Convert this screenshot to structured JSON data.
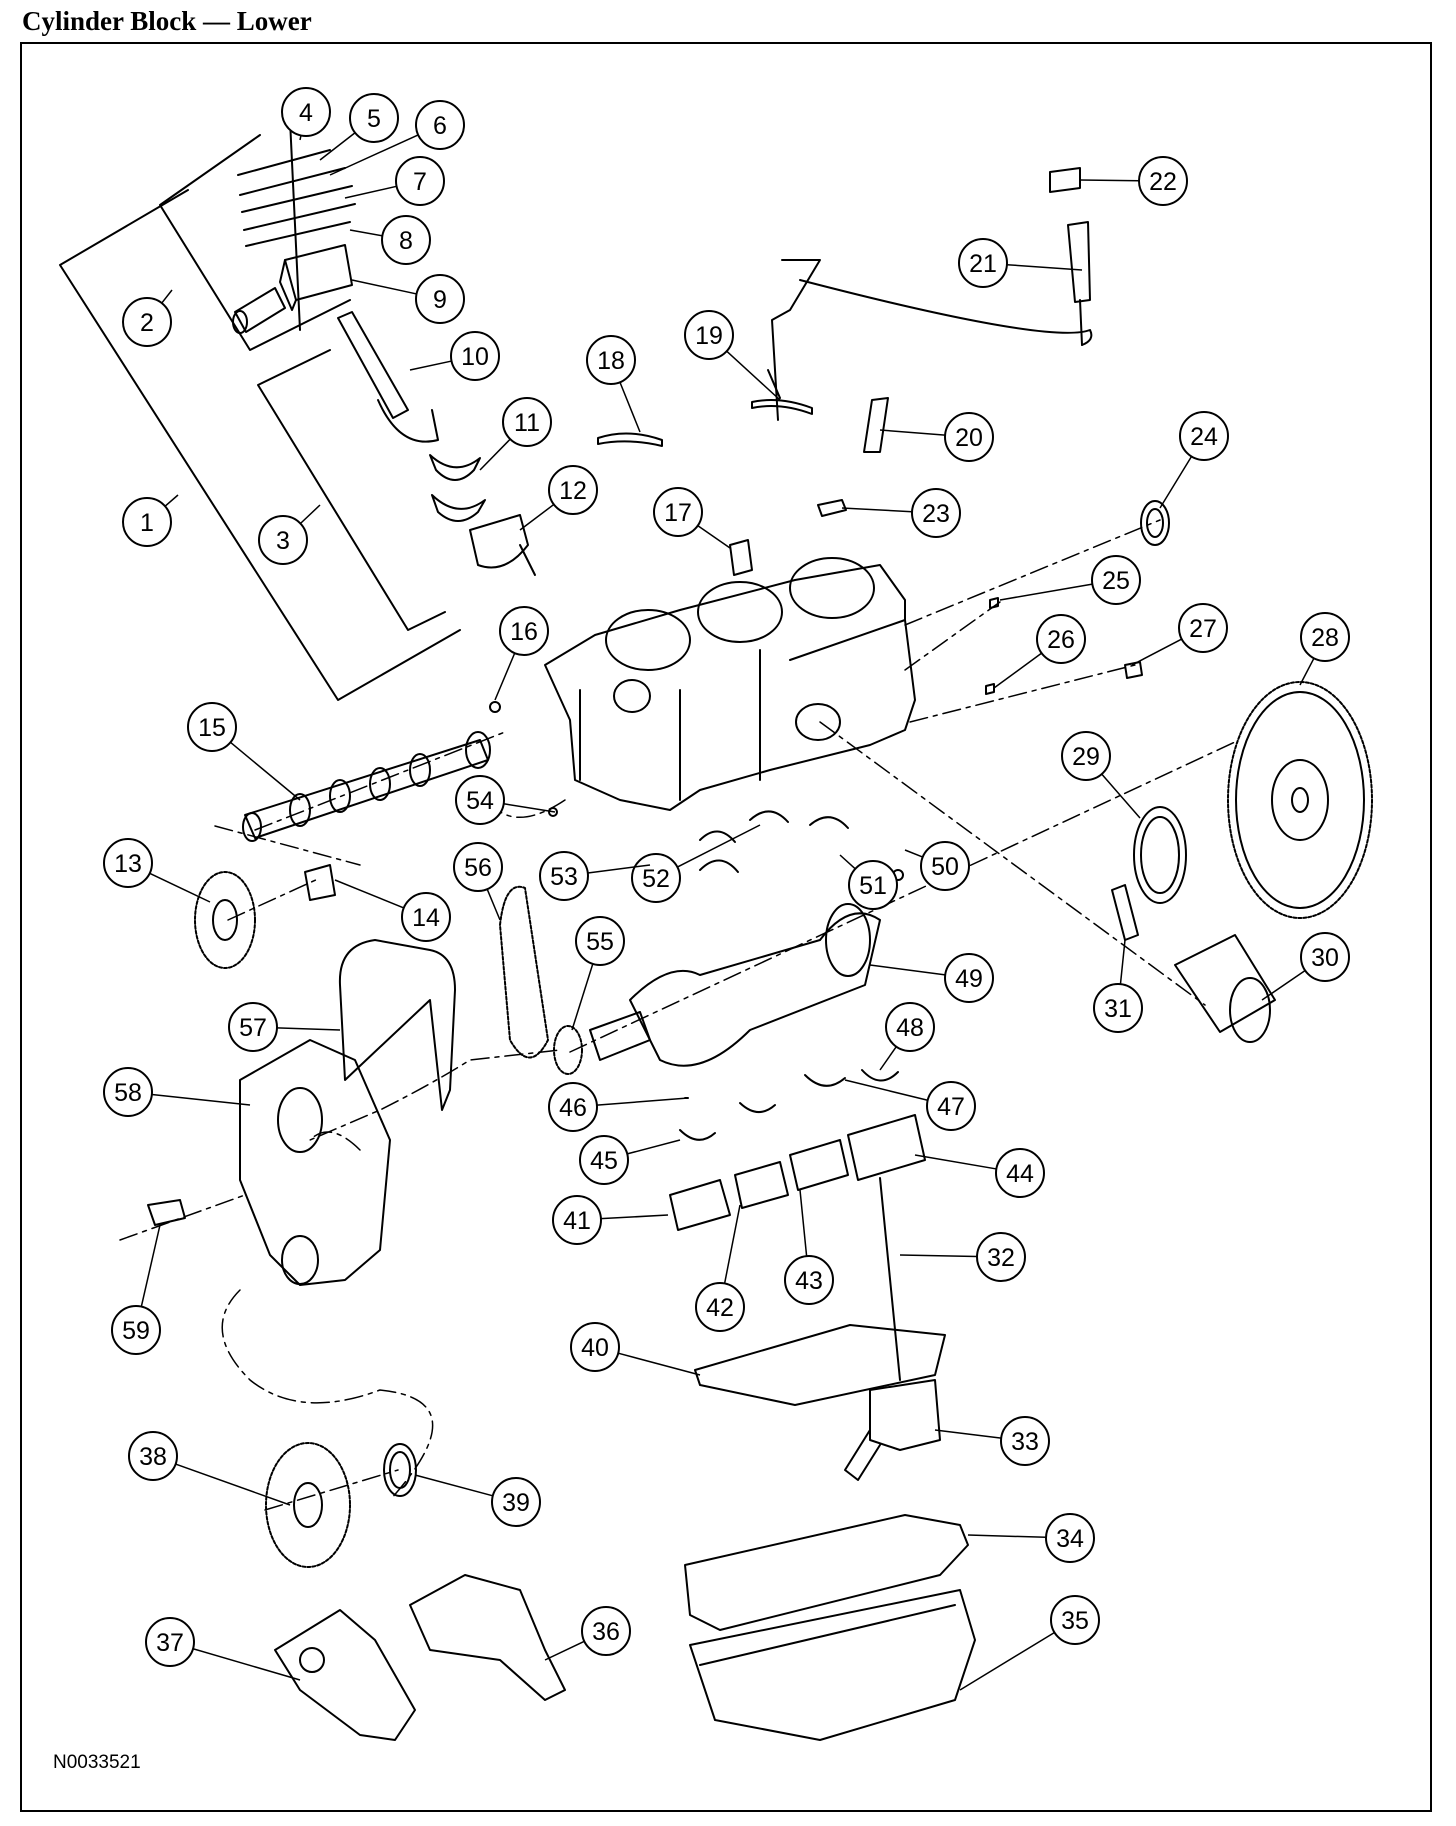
{
  "title": "Cylinder Block — Lower",
  "figure_code": "N0033521",
  "callouts": [
    "1",
    "2",
    "3",
    "4",
    "5",
    "6",
    "7",
    "8",
    "9",
    "10",
    "11",
    "12",
    "13",
    "14",
    "15",
    "16",
    "17",
    "18",
    "19",
    "20",
    "21",
    "22",
    "23",
    "24",
    "25",
    "26",
    "27",
    "28",
    "29",
    "30",
    "31",
    "32",
    "33",
    "34",
    "35",
    "36",
    "37",
    "38",
    "39",
    "40",
    "41",
    "42",
    "43",
    "44",
    "45",
    "46",
    "47",
    "48",
    "49",
    "50",
    "51",
    "52",
    "53",
    "54",
    "55",
    "56",
    "57",
    "58",
    "59"
  ]
}
